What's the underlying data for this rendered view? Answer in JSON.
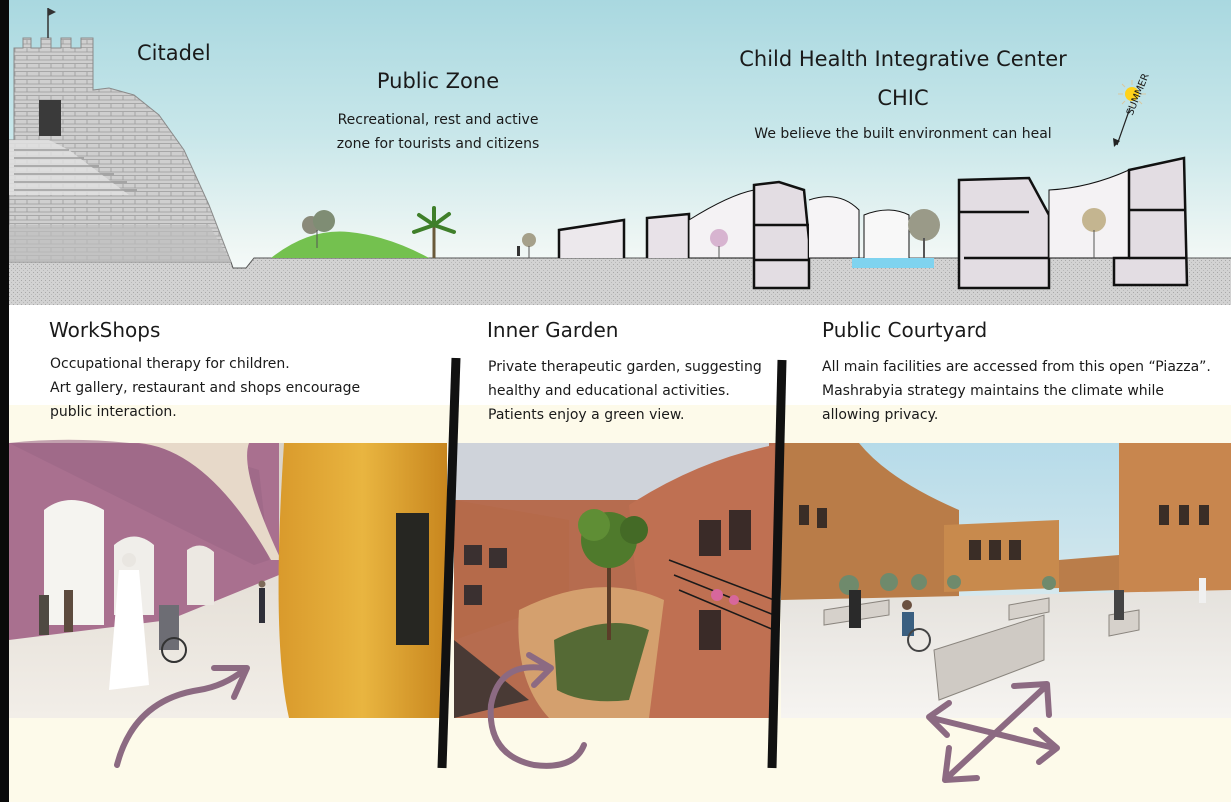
{
  "colors": {
    "sky": "#a9d8e0",
    "ground": "#cfcfcf",
    "cream": "#fdfaea",
    "arrow": "#8c6a82",
    "divider": "#111111",
    "section_fill": "#e3dde3",
    "pool": "#7fd3ef",
    "lawn": "#6bbf4b",
    "sun": "#ffd21a"
  },
  "section": {
    "citadel": {
      "title": "Citadel"
    },
    "public_zone": {
      "title": "Public Zone",
      "desc": [
        "Recreational, rest and active",
        "zone for tourists and citizens"
      ]
    },
    "chic": {
      "title": "Child Health Integrative Center",
      "acronym": "CHIC",
      "tagline": "We believe the built environment can heal"
    },
    "sun_label": "SUMMER"
  },
  "panels": [
    {
      "title": "WorkShops",
      "lines": [
        "Occupational therapy for children.",
        "Art gallery, restaurant and shops encourage",
        "public interaction."
      ],
      "icon": "curved-arrow-icon"
    },
    {
      "title": "Inner Garden",
      "lines": [
        "Private therapeutic garden, suggesting",
        "healthy and educational activities.",
        "Patients enjoy a green view."
      ],
      "icon": "circular-arrow-icon"
    },
    {
      "title": "Public Courtyard",
      "lines": [
        "All main facilities are accessed from this open “Piazza”.",
        "Mashrabyia strategy maintains the climate while",
        "allowing privacy."
      ],
      "icon": "cross-arrows-icon"
    }
  ]
}
